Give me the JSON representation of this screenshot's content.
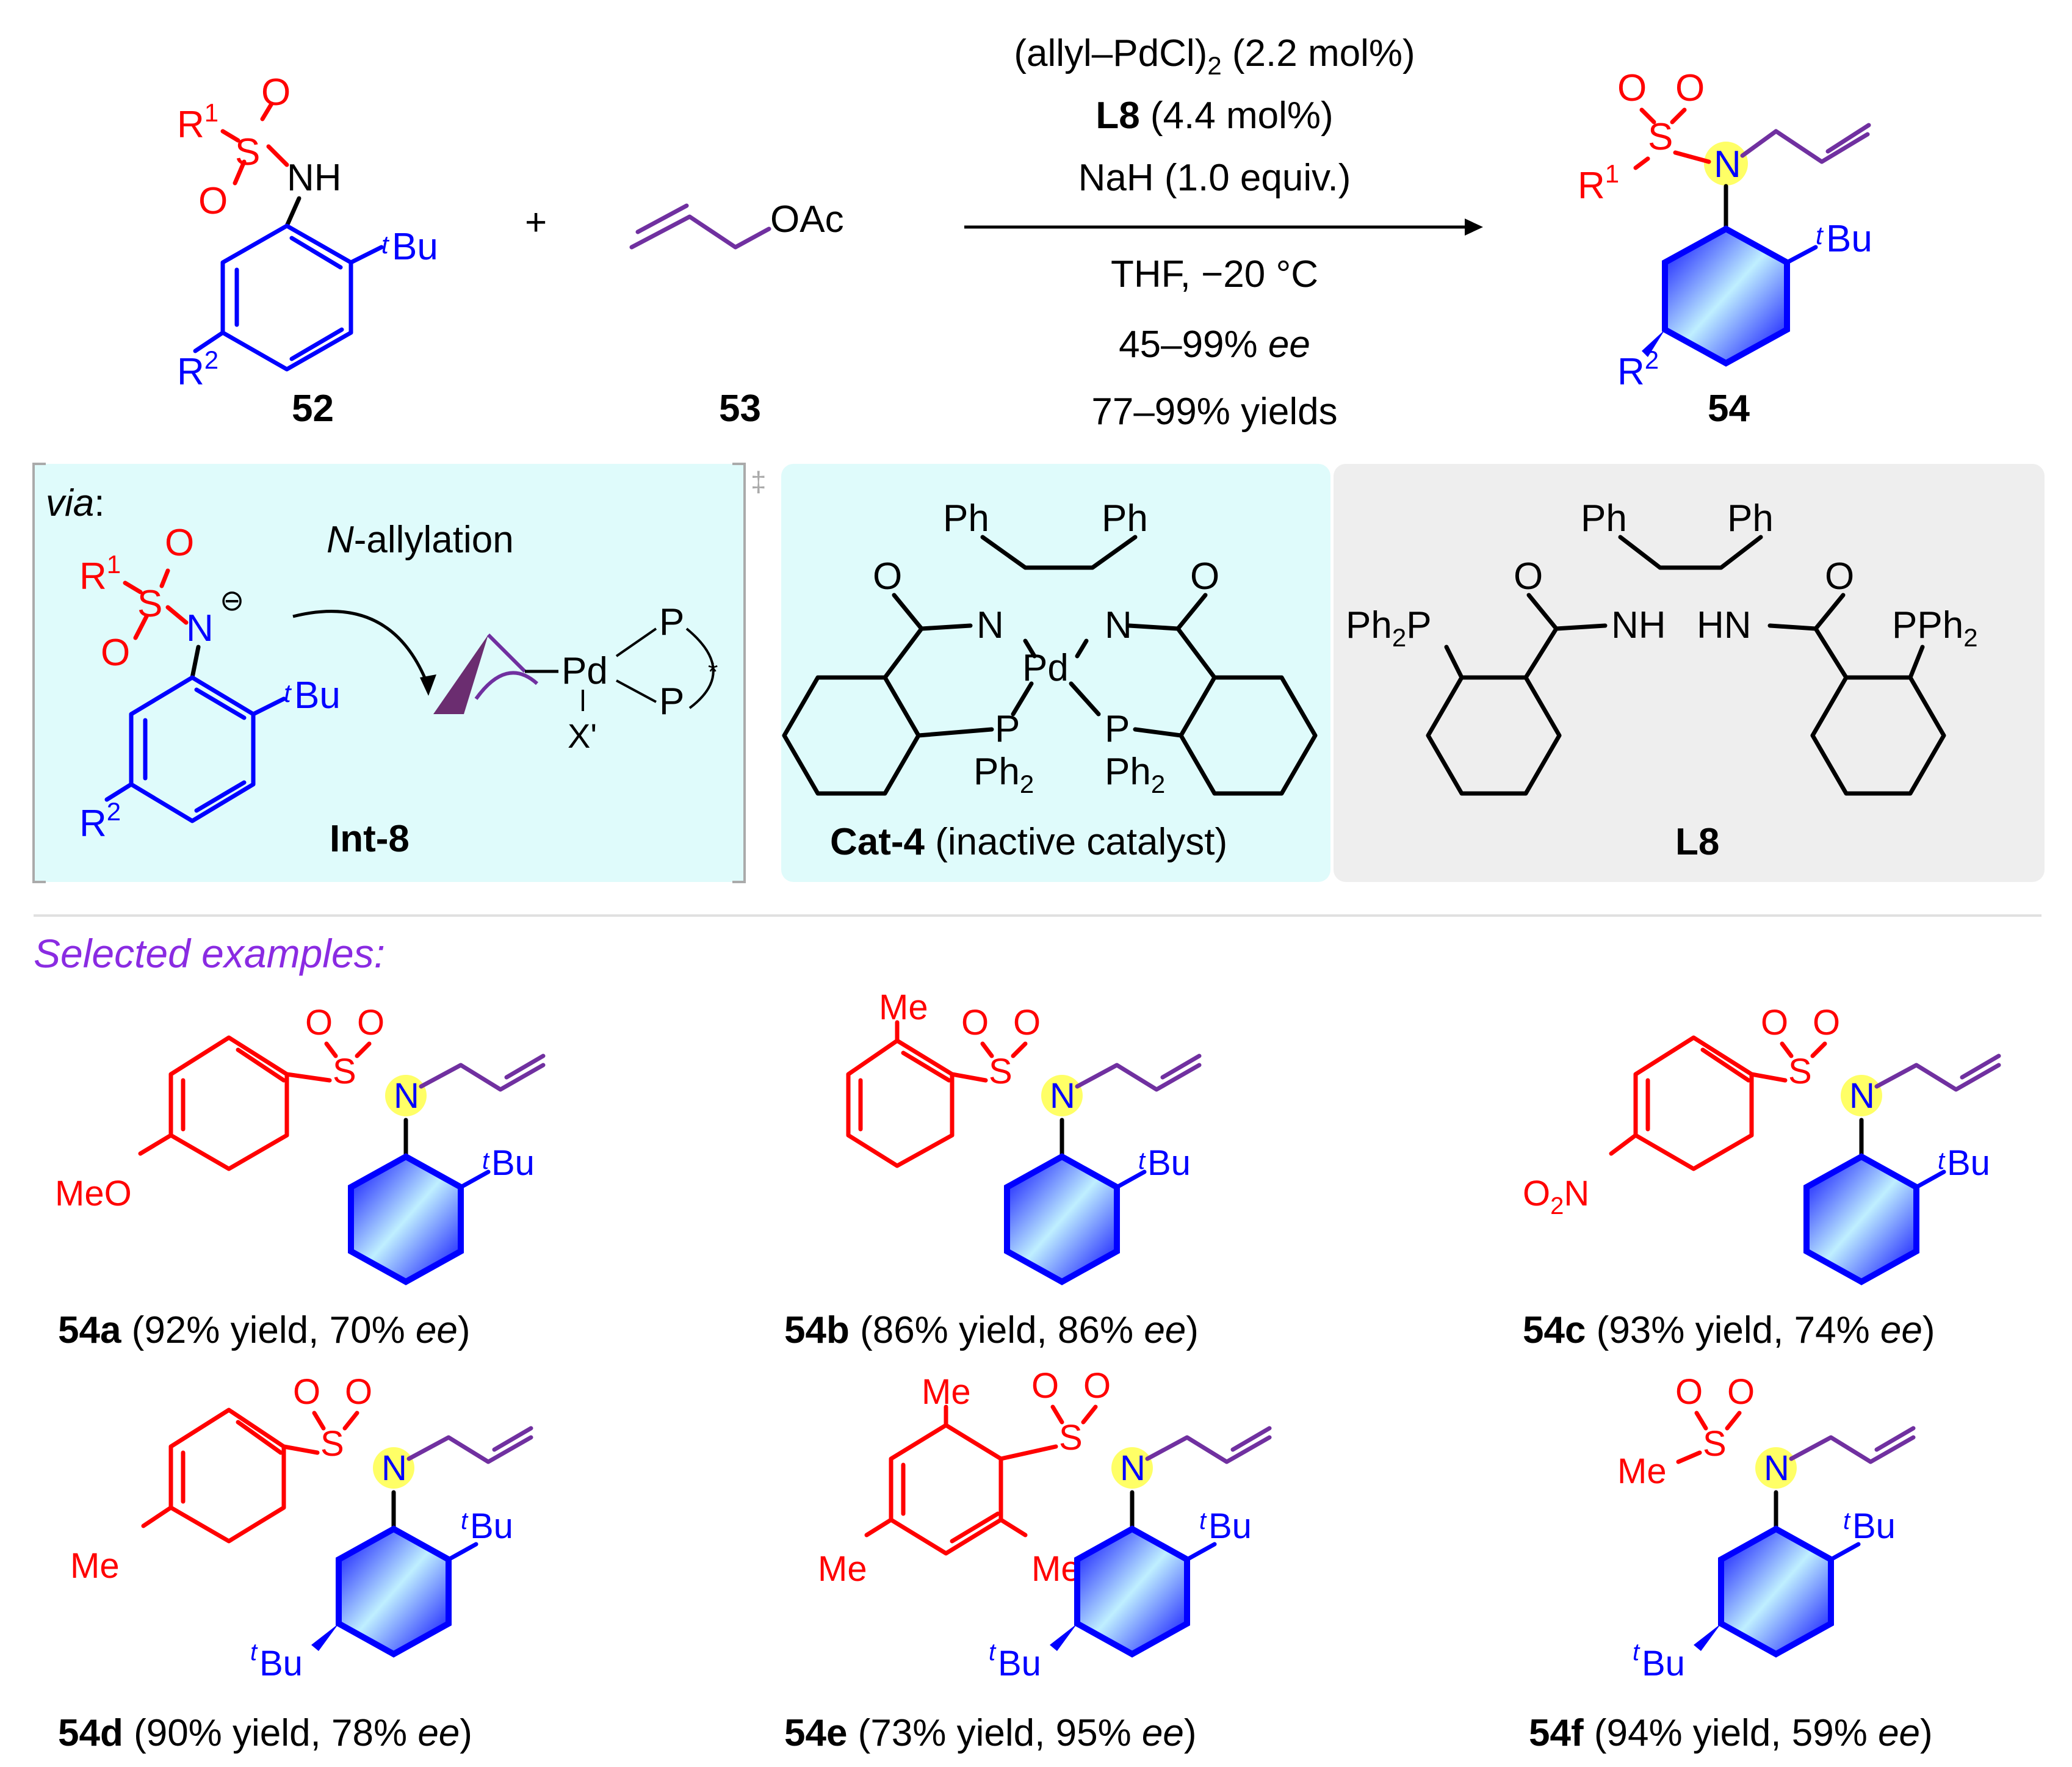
{
  "colors": {
    "sulfonyl": "#ff0000",
    "aryl": "#0000ff",
    "allyl": "#7030a0",
    "highlight_n": "#ffff66",
    "panel_cyan": "#dffbfb",
    "panel_gray": "#eeeeee",
    "selected_label": "#8a2be2"
  },
  "reaction": {
    "substrate_label": "52",
    "allyl_label": "53",
    "product_label": "54",
    "plus": "+",
    "oac": "OAc",
    "cond1": "(allyl–PdCl)",
    "cond1_sub": "2",
    "cond1_tail": " (2.2 mol%)",
    "cond2_bold": "L8",
    "cond2_rest": " (4.4 mol%)",
    "cond3": "NaH (1.0 equiv.)",
    "cond4": "THF, −20 °C",
    "cond5_num": "45–99% ",
    "cond5_it": "ee",
    "cond6": "77–99% yields",
    "r1": "R",
    "r1_sup": "1",
    "r2": "R",
    "r2_sup": "2",
    "o": "O",
    "s": "S",
    "n": "N",
    "nh": "NH",
    "tbu_t": "t",
    "tbu_bu": "Bu"
  },
  "panels": {
    "via_label": "via",
    "via_colon": ":",
    "n_allylation_it": "N",
    "n_allylation_rest": "-allylation",
    "int8_label": "Int-8",
    "minus": "⊖",
    "pd": "Pd",
    "p": "P",
    "x_prime": "X'",
    "star": "*",
    "dagger": "‡",
    "cat4_bold": "Cat-4",
    "cat4_rest": " (inactive catalyst)",
    "l8_label": "L8",
    "ph": "Ph",
    "ph2p": "Ph",
    "ph2_sub": "2",
    "pph2": "PPh",
    "nh": "NH",
    "hn": "HN"
  },
  "selected_title": "Selected examples:",
  "examples": [
    {
      "id": "54a",
      "yield": " (92% yield, 70% ",
      "ee": "ee",
      "close": ")",
      "sub_left": "MeO"
    },
    {
      "id": "54b",
      "yield": " (86% yield, 86% ",
      "ee": "ee",
      "close": ")",
      "sub_left": "Me"
    },
    {
      "id": "54c",
      "yield": " (93% yield, 74% ",
      "ee": "ee",
      "close": ")",
      "sub_left": "O",
      "sub_left_sub": "2",
      "sub_left_tail": "N"
    },
    {
      "id": "54d",
      "yield": " (90% yield, 78% ",
      "ee": "ee",
      "close": ")",
      "sub_left": "Me"
    },
    {
      "id": "54e",
      "yield": " (73% yield, 95% ",
      "ee": "ee",
      "close": ")",
      "sub_left": "Me"
    },
    {
      "id": "54f",
      "yield": " (94% yield, 59% ",
      "ee": "ee",
      "close": ")",
      "sub_left": "Me"
    }
  ]
}
